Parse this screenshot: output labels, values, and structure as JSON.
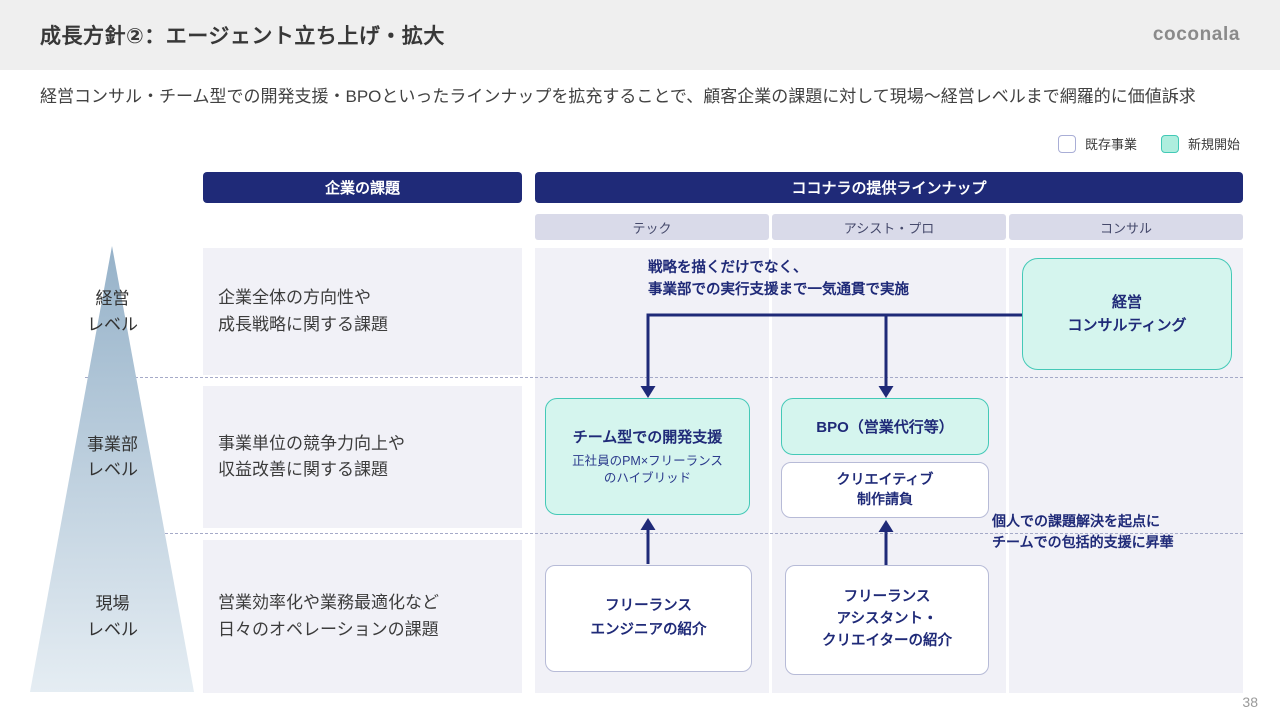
{
  "slide": {
    "title": "成長方針②：エージェント立ち上げ・拡大",
    "logo": "coconala",
    "subtitle": "経営コンサル・チーム型での開発支援・BPOといったラインナップを拡充することで、顧客企業の課題に対して現場〜経営レベルまで網羅的に価値訴求",
    "page_number": "38"
  },
  "legend": {
    "existing_label": "既存事業",
    "new_label": "新規開始"
  },
  "headers": {
    "challenges": "企業の課題",
    "lineup": "ココナラの提供ラインナップ"
  },
  "lineup_columns": [
    "テック",
    "アシスト・プロ",
    "コンサル"
  ],
  "levels": [
    {
      "label": "経営\nレベル",
      "challenge": "企業全体の方向性や\n成長戦略に関する課題"
    },
    {
      "label": "事業部\nレベル",
      "challenge": "事業単位の競争力向上や\n収益改善に関する課題"
    },
    {
      "label": "現場\nレベル",
      "challenge": "営業効率化や業務最適化など\n日々のオペレーションの課題"
    }
  ],
  "boxes": {
    "keiei_consulting": {
      "label": "経営\nコンサルティング",
      "type": "新規開始"
    },
    "team_dev": {
      "title": "チーム型での開発支援",
      "subtitle": "正社員のPM×フリーランス\nのハイブリッド",
      "type": "新規開始"
    },
    "bpo": {
      "label": "BPO（営業代行等）",
      "type": "新規開始"
    },
    "creative": {
      "label": "クリエイティブ\n制作請負",
      "type": "既存事業"
    },
    "freelance_engineer": {
      "label": "フリーランス\nエンジニアの紹介",
      "type": "既存事業"
    },
    "freelance_assistant": {
      "label": "フリーランス\nアシスタント・\nクリエイターの紹介",
      "type": "既存事業"
    }
  },
  "annotations": {
    "top": "戦略を描くだけでなく、\n事業部での実行支援まで一気通貫で実施",
    "right": "個人での課題解決を起点に\nチームでの包括的支援に昇華"
  },
  "colors": {
    "navy": "#1f2a78",
    "teal_fill": "#d5f5ee",
    "teal_border": "#44c9b7",
    "lavender_subheader": "#d9dae9",
    "panel_bg": "#f1f1f7",
    "header_band": "#efefef"
  }
}
